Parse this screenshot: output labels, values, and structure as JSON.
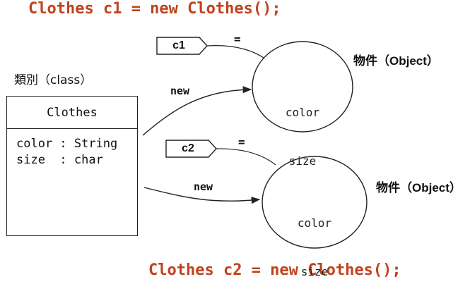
{
  "code_top": "Clothes c1 = new Clothes();",
  "code_bottom": "Clothes c2 = new Clothes();",
  "class_caption": "類別（class）",
  "class_box": {
    "name": "Clothes",
    "attributes": [
      "color : String",
      "size  : char"
    ]
  },
  "objects": [
    {
      "ref": "c1",
      "assign": "=",
      "arrow_label": "new",
      "fields": [
        "color",
        "size"
      ],
      "caption": "物件（Object）"
    },
    {
      "ref": "c2",
      "assign": "=",
      "arrow_label": "new",
      "fields": [
        "color",
        "size"
      ],
      "caption": "物件（Object）"
    }
  ],
  "colors": {
    "code": "#c0421c",
    "line": "#222222"
  }
}
